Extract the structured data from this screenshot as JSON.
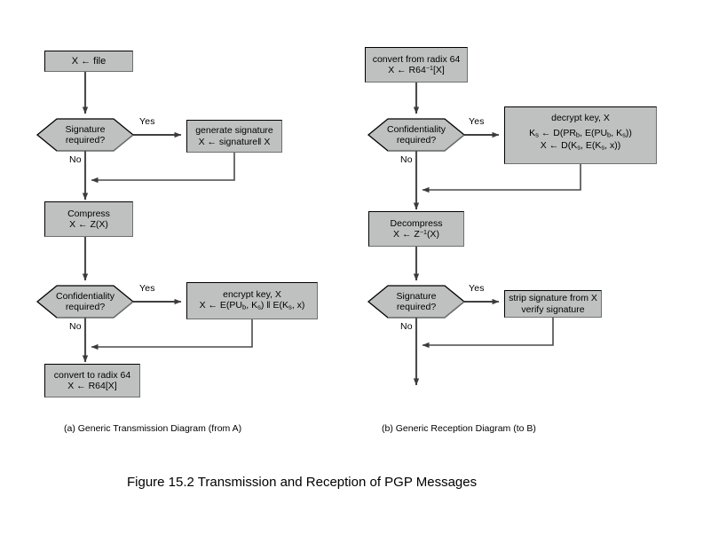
{
  "figure": {
    "caption": "Figure 15.2   Transmission and Reception of PGP Messages",
    "subcaption_a": "(a) Generic Transmission Diagram (from A)",
    "subcaption_b": "(b) Generic Reception Diagram (to B)"
  },
  "style": {
    "node_fill": "#bfc1c1",
    "node_border_dark": "#000000",
    "node_border_shadow": "#6e7070",
    "line_color": "#4a4a4a",
    "text_color": "#000000",
    "background": "#ffffff"
  },
  "diagram_a": {
    "title": "Generic Transmission Diagram (from A)",
    "nodes": [
      {
        "id": "a-start",
        "type": "process",
        "lines": [
          "X ← file"
        ]
      },
      {
        "id": "a-signature-decision",
        "type": "decision",
        "lines": [
          "Signature",
          "required?"
        ]
      },
      {
        "id": "a-generate-signature",
        "type": "process",
        "lines": [
          "generate signature",
          "X ← signature‖ X"
        ]
      },
      {
        "id": "a-compress",
        "type": "process",
        "lines": [
          "Compress",
          "X ← Z(X)"
        ]
      },
      {
        "id": "a-confidentiality-decision",
        "type": "decision",
        "lines": [
          "Confidentiality",
          "required?"
        ]
      },
      {
        "id": "a-encrypt-key",
        "type": "process",
        "lines": [
          "encrypt key, X",
          "X ← E(PUb, Ks) ‖ E(Ks, x)"
        ]
      },
      {
        "id": "a-convert-radix64",
        "type": "process",
        "lines": [
          "convert to radix 64",
          "X ← R64[X]"
        ]
      }
    ],
    "edge_labels": {
      "signature_yes": "Yes",
      "signature_no": "No",
      "confidentiality_yes": "Yes",
      "confidentiality_no": "No"
    }
  },
  "diagram_b": {
    "title": "Generic Reception Diagram (to B)",
    "nodes": [
      {
        "id": "b-convert-from-radix64",
        "type": "process",
        "lines": [
          "convert from radix 64",
          "X ← R64⁻¹[X]"
        ]
      },
      {
        "id": "b-confidentiality-decision",
        "type": "decision",
        "lines": [
          "Confidentiality",
          "required?"
        ]
      },
      {
        "id": "b-decrypt-key",
        "type": "process",
        "lines": [
          "decrypt key, X",
          "Ks ← D(PRb, E(PUb, Ks))",
          "X ← D(Ks, E(Ks, x))"
        ]
      },
      {
        "id": "b-decompress",
        "type": "process",
        "lines": [
          "Decompress",
          "X ← Z⁻¹(X)"
        ]
      },
      {
        "id": "b-signature-decision",
        "type": "decision",
        "lines": [
          "Signature",
          "required?"
        ]
      },
      {
        "id": "b-strip-signature",
        "type": "process",
        "lines": [
          "strip signature from X",
          "verify signature"
        ]
      }
    ],
    "edge_labels": {
      "confidentiality_yes": "Yes",
      "confidentiality_no": "No",
      "signature_yes": "Yes",
      "signature_no": "No"
    }
  }
}
